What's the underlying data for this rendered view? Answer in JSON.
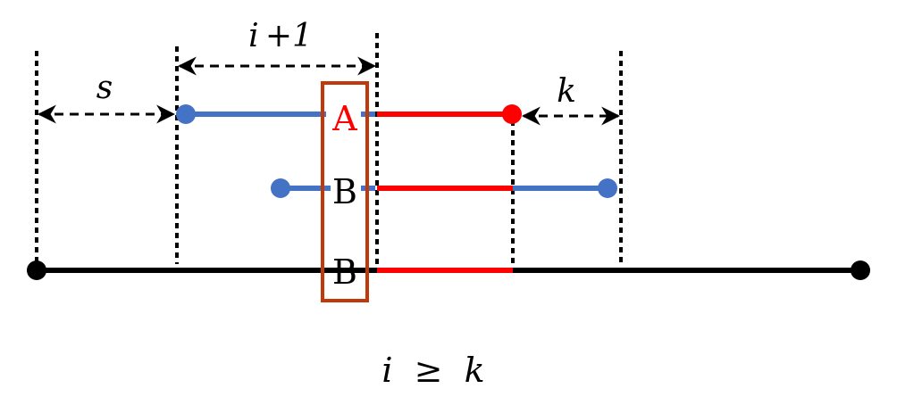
{
  "labels": {
    "s": "s",
    "i_plus_1": "i +1",
    "k": "k",
    "A": "A",
    "B_middle": "B",
    "B_bottom": "B",
    "condition": "i  ≥  k"
  },
  "colors": {
    "blue": "#4472c4",
    "red": "#ff0000",
    "black": "#000000",
    "box": "#c0390b"
  }
}
